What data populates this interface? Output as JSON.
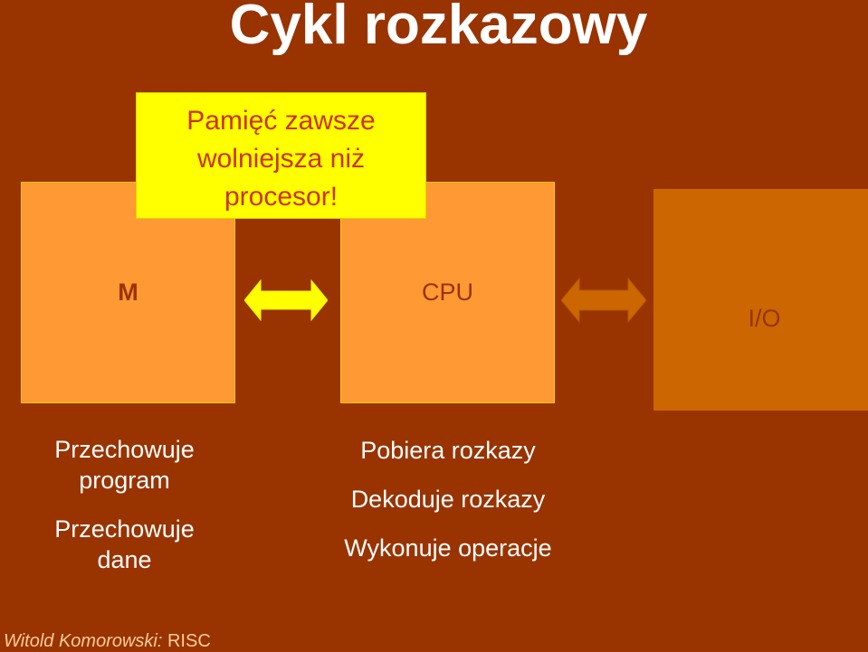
{
  "title": "Cykl rozkazowy",
  "callout": {
    "lines": [
      "Pamięć zawsze",
      "wolniejsza niż",
      "procesor!"
    ]
  },
  "boxes": {
    "m": "M",
    "cpu": "CPU",
    "io": "I/O"
  },
  "memory_desc": [
    "Przechowuje program",
    "Przechowuje dane"
  ],
  "cpu_desc": [
    "Pobiera rozkazy",
    "Dekoduje rozkazy",
    "Wykonuje operacje"
  ],
  "footer": {
    "author": "Witold Komorowski:",
    "topic": "RISC"
  },
  "colors": {
    "background": "#993300",
    "box_light": "#ff9933",
    "box_io": "#cc6600",
    "callout": "#ffff00",
    "arrow_m_cpu": "#ffff00",
    "arrow_cpu_io": "#cc6600"
  }
}
